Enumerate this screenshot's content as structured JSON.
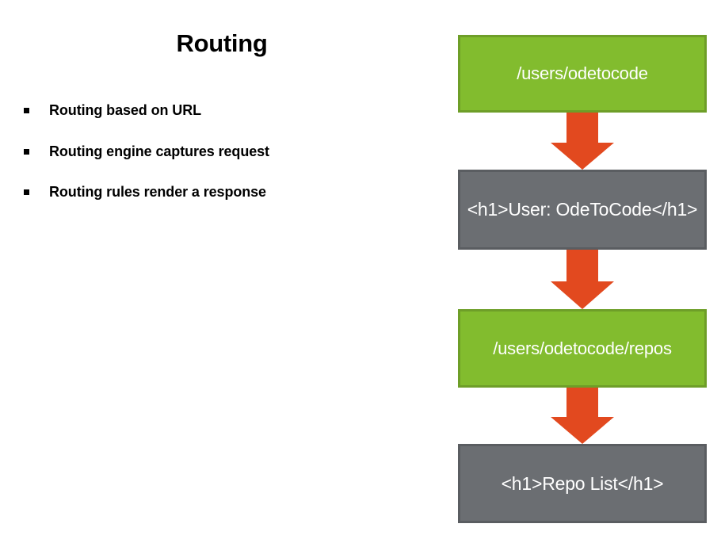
{
  "slide": {
    "title": "Routing",
    "bullets": [
      {
        "marker": "square-bullet",
        "text": "Routing based on URL"
      },
      {
        "marker": "square-bullet",
        "text": "Routing engine captures request"
      },
      {
        "marker": "square-bullet",
        "text": "Routing rules render a response"
      }
    ],
    "flow": {
      "nodes": [
        {
          "id": "url-1",
          "label": "/users/odetocode",
          "kind": "url",
          "color": "#82BC2E",
          "border_color": "#6E9E28",
          "text_color": "#FFFFFF"
        },
        {
          "id": "render-1",
          "label": "<h1>User: OdeToCode</h1>",
          "kind": "response",
          "color": "#6B6E72",
          "border_color": "#5A5D61",
          "text_color": "#FFFFFF"
        },
        {
          "id": "url-2",
          "label": "/users/odetocode/repos",
          "kind": "url",
          "color": "#82BC2E",
          "border_color": "#6E9E28",
          "text_color": "#FFFFFF"
        },
        {
          "id": "render-2",
          "label": "<h1>Repo List</h1>",
          "kind": "response",
          "color": "#6B6E72",
          "border_color": "#5A5D61",
          "text_color": "#FFFFFF"
        }
      ],
      "arrows": [
        {
          "id": "arrow-1",
          "from": "url-1",
          "to": "render-1",
          "direction": "down",
          "color": "#E2491F"
        },
        {
          "id": "arrow-2",
          "from": "render-1",
          "to": "url-2",
          "direction": "down",
          "color": "#E2491F"
        },
        {
          "id": "arrow-3",
          "from": "url-2",
          "to": "render-2",
          "direction": "down",
          "color": "#E2491F"
        }
      ]
    },
    "colors": {
      "background": "#FFFFFF",
      "title_text": "#000000",
      "bullet_text": "#000000",
      "green": "#82BC2E",
      "gray": "#6B6E72",
      "orange": "#E2491F"
    }
  }
}
